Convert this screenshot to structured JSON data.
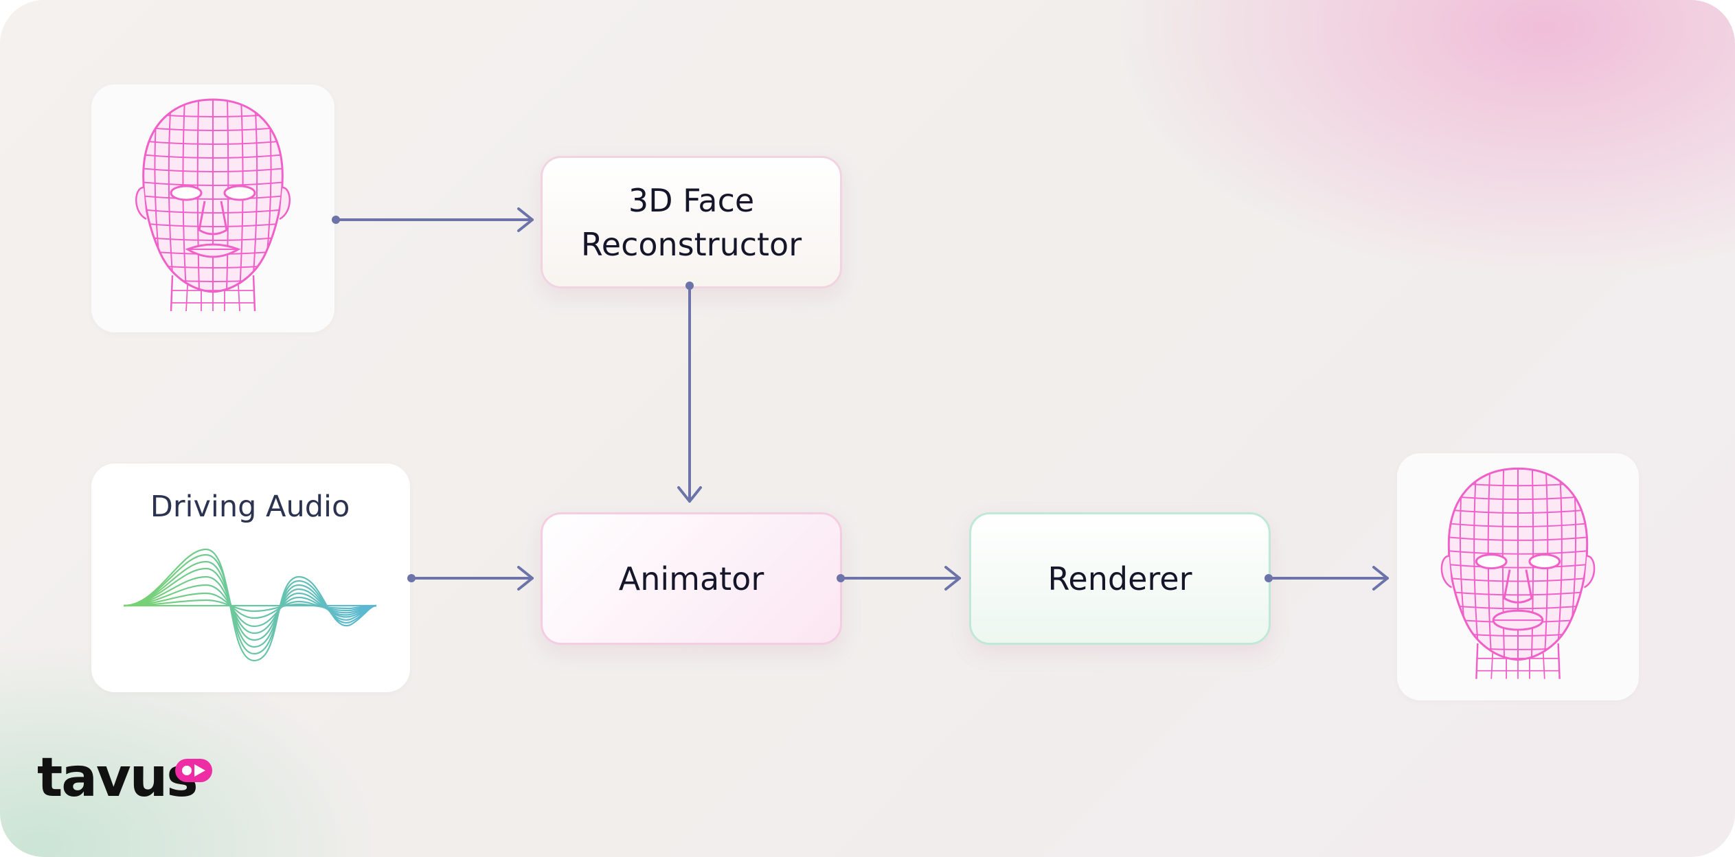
{
  "diagram": {
    "nodes": {
      "face_reconstructor": "3D Face Reconstructor",
      "face_reconstructor_line1": "3D Face",
      "face_reconstructor_line2": "Reconstructor",
      "animator": "Animator",
      "renderer": "Renderer",
      "driving_audio": "Driving Audio"
    },
    "edges": [
      {
        "from": "input_face",
        "to": "face_reconstructor"
      },
      {
        "from": "face_reconstructor",
        "to": "animator"
      },
      {
        "from": "driving_audio",
        "to": "animator"
      },
      {
        "from": "animator",
        "to": "renderer"
      },
      {
        "from": "renderer",
        "to": "output_face"
      }
    ]
  },
  "brand": {
    "name": "tavus"
  },
  "colors": {
    "arrow": "#6b73a8",
    "wireframe": "#f060c8",
    "wave_start": "#7ad36e",
    "wave_end": "#59b7d6",
    "logo_accent": "#ee2ca4"
  },
  "icons": {
    "input_face": "wireframe-head-icon",
    "output_face": "wireframe-head-icon",
    "audio": "audio-waveform-icon",
    "logo_mark": "play-badge-icon"
  }
}
